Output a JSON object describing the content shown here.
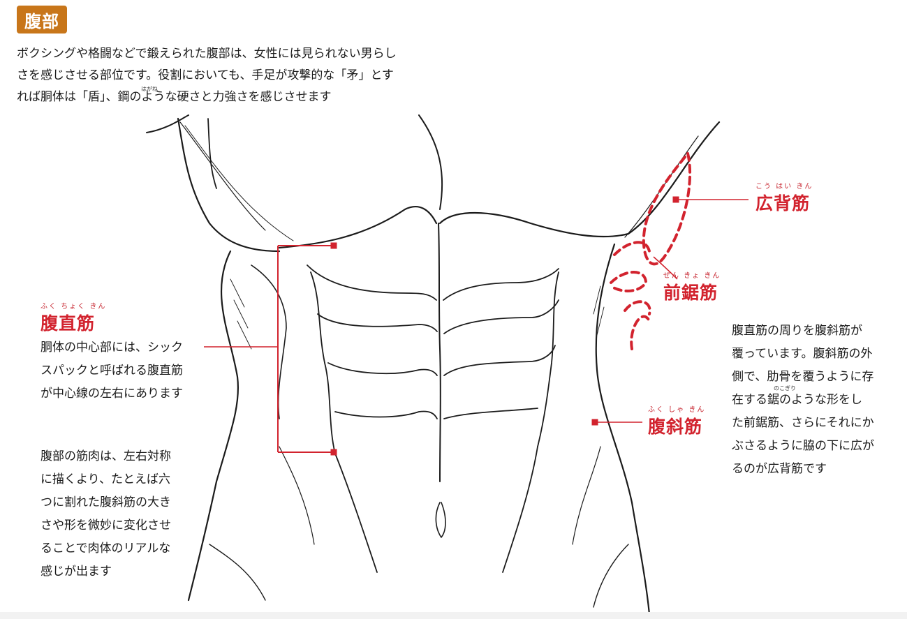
{
  "header": {
    "title": "腹部",
    "intro_lines": [
      "ボクシングや格闘などで鍛えられた腹部は、女性には見られない男らし",
      "さを感じさせる部位です。役割においても、手足が攻撃的な「矛」とす",
      "れば胴体は「盾」、鋼のような硬さと力強さを感じさせます"
    ],
    "intro_ruby": "はがね"
  },
  "labels": {
    "fukuchokukin": {
      "ruby": "ふく ちょく きん",
      "name": "腹直筋"
    },
    "kouhaikin": {
      "ruby": "こう はい きん",
      "name": "広背筋"
    },
    "zenkyokin": {
      "ruby": "ぜん きょ きん",
      "name": "前鋸筋"
    },
    "fukushakin": {
      "ruby": "ふく しゃ きん",
      "name": "腹斜筋"
    }
  },
  "notes": {
    "fukuchokukin_desc": [
      "胴体の中心部には、シック",
      "スパックと呼ばれる腹直筋",
      "が中心線の左右にあります"
    ],
    "drawing_tip": [
      "腹部の筋肉は、左右対称",
      "に描くより、たとえば六",
      "つに割れた腹斜筋の大き",
      "さや形を微妙に変化させ",
      "ることで肉体のリアルな",
      "感じが出ます"
    ],
    "right_desc": [
      "腹直筋の周りを腹斜筋が",
      "覆っています。腹斜筋の外",
      "側で、肋骨を覆うように存",
      "在する鋸のような形をし",
      "た前鋸筋、さらにそれにか",
      "ぶさるように脇の下に広が",
      "るのが広背筋です"
    ],
    "right_ruby": "のこぎり"
  },
  "colors": {
    "accent_red": "#d2232e",
    "badge_orange": "#c8761a"
  }
}
